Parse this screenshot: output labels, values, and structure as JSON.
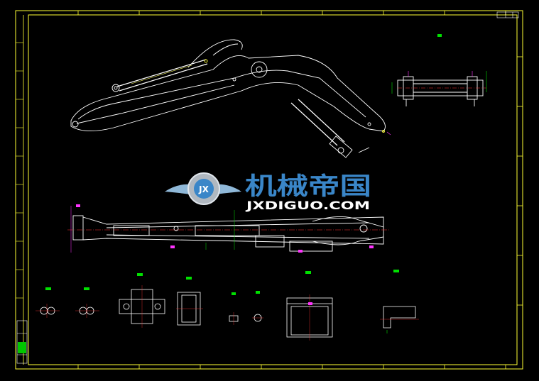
{
  "drawing": {
    "background": "#000000",
    "line_color": "#ffffff",
    "frame_color": "#ffff33",
    "dimension_color": "#00e000",
    "annotation_color": "#ff33ff",
    "accent_color": "#33ffff",
    "views": [
      "boom-side-elevation",
      "boom-plan-view",
      "bushing-section",
      "pin-detail-left",
      "pin-detail-right",
      "hub-section",
      "sleeve-section",
      "bolt-detail",
      "washer-detail",
      "bearing-housing-section",
      "bracket-detail"
    ]
  },
  "watermark": {
    "title": "机械帝国",
    "subtitle": "JXDIGUO.COM",
    "title_color": "#3a86c8",
    "subtitle_color": "#ffffff",
    "logo_glyph": "JX"
  }
}
